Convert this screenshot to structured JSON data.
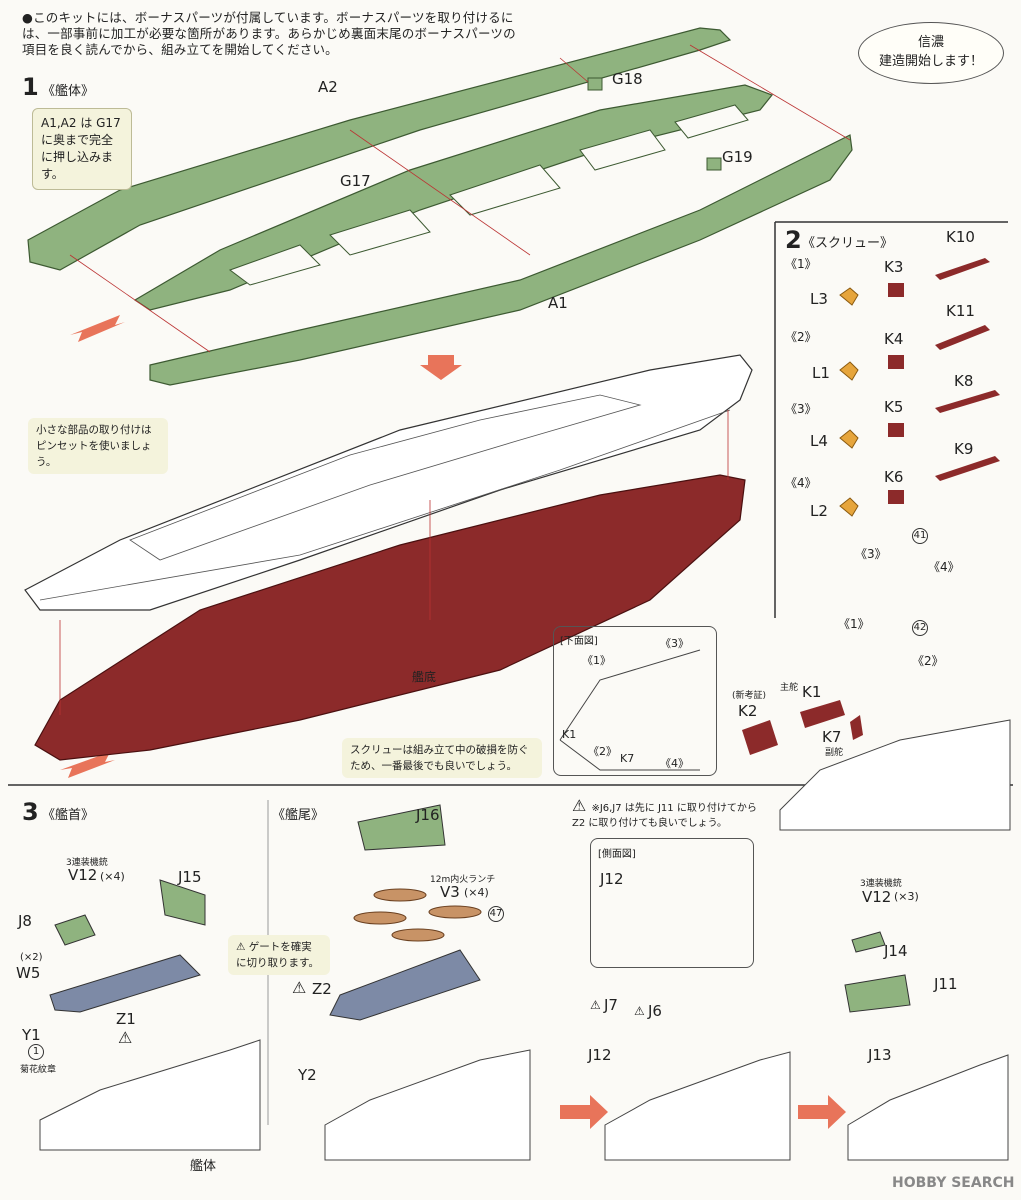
{
  "intro_text": "●このキットには、ボーナスパーツが付属しています。ボーナスパーツを取り付けるには、一部事前に加工が必要な箇所があります。あらかじめ裏面末尾のボーナスパーツの項目を良く読んでから、組み立てを開始してください。",
  "bubble_text": "信濃\n建造開始します！",
  "step1": {
    "number": "1",
    "title": "《艦体》",
    "note": "A1,A2 は G17 に奥まで完全に押し込みます。",
    "labels": {
      "a2": "A2",
      "g18": "G18",
      "g17": "G17",
      "g19": "G19",
      "a1": "A1",
      "hull_bottom": "艦底"
    },
    "tweezers_note": "小さな部品の取り付けはピンセットを使いましょう。",
    "screw_note": "スクリューは組み立て中の破損を防ぐため、一番最後でも良いでしょう。"
  },
  "step2": {
    "number": "2",
    "title": "《スクリュー》",
    "rows": [
      {
        "idx": "《1》",
        "k": "K3",
        "shaft": "K10",
        "l": "L3"
      },
      {
        "idx": "《2》",
        "k": "K4",
        "shaft": "K11",
        "l": "L1"
      },
      {
        "idx": "《3》",
        "k": "K5",
        "shaft": "K8",
        "l": "L4"
      },
      {
        "idx": "《4》",
        "k": "K6",
        "shaft": "K9",
        "l": "L2"
      }
    ],
    "bracket_labels": {
      "b3": "《3》",
      "b4": "《4》",
      "b1": "《1》",
      "b2": "《2》",
      "n41": "41",
      "n42": "42"
    },
    "bottom_view": {
      "title": "[下面図]",
      "l1": "《1》",
      "l3": "《3》",
      "l2": "《2》",
      "l4": "《4》",
      "k1": "K1",
      "k7": "K7"
    },
    "rudder": {
      "k2_caption": "(新考証)",
      "k2": "K2",
      "main_caption": "主舵",
      "k1": "K1",
      "k7": "K7",
      "sub_caption": "副舵"
    }
  },
  "step3": {
    "number": "3",
    "title": "《艦首》",
    "stern_title": "《艦尾》",
    "labels": {
      "triple_mg": "3連装機銃",
      "v12": "V12",
      "x4": "(×4)",
      "j15": "J15",
      "j8": "J8",
      "x2": "(×2)",
      "w5": "W5",
      "z1": "Z1",
      "y1": "Y1",
      "n1": "1",
      "chrysanthemum": "菊花紋章",
      "hull": "艦体",
      "j16": "J16",
      "launch": "12m内火ランチ",
      "v3": "V3",
      "n47": "47",
      "z2": "Z2",
      "y2": "Y2",
      "gate_note": "ゲートを確実に切り取ります。",
      "j_note": "※J6,J7 は先に J11 に取り付けてから Z2 に取り付けても良いでしょう。",
      "side_view": "[側面図]",
      "j12a": "J12",
      "j7": "J7",
      "j6": "J6",
      "j12b": "J12",
      "triple_mg2": "3連装機銃",
      "v12b": "V12",
      "x3": "(×3)",
      "j14": "J14",
      "j11": "J11",
      "j13": "J13"
    }
  },
  "watermark": "HOBBY SEARCH",
  "colors": {
    "green": "#8fb37f",
    "red": "#8c2a2a",
    "blue": "#7d8aa6",
    "orange": "#e6a53c",
    "tan": "#c89366",
    "arrow": "#e8745a"
  }
}
